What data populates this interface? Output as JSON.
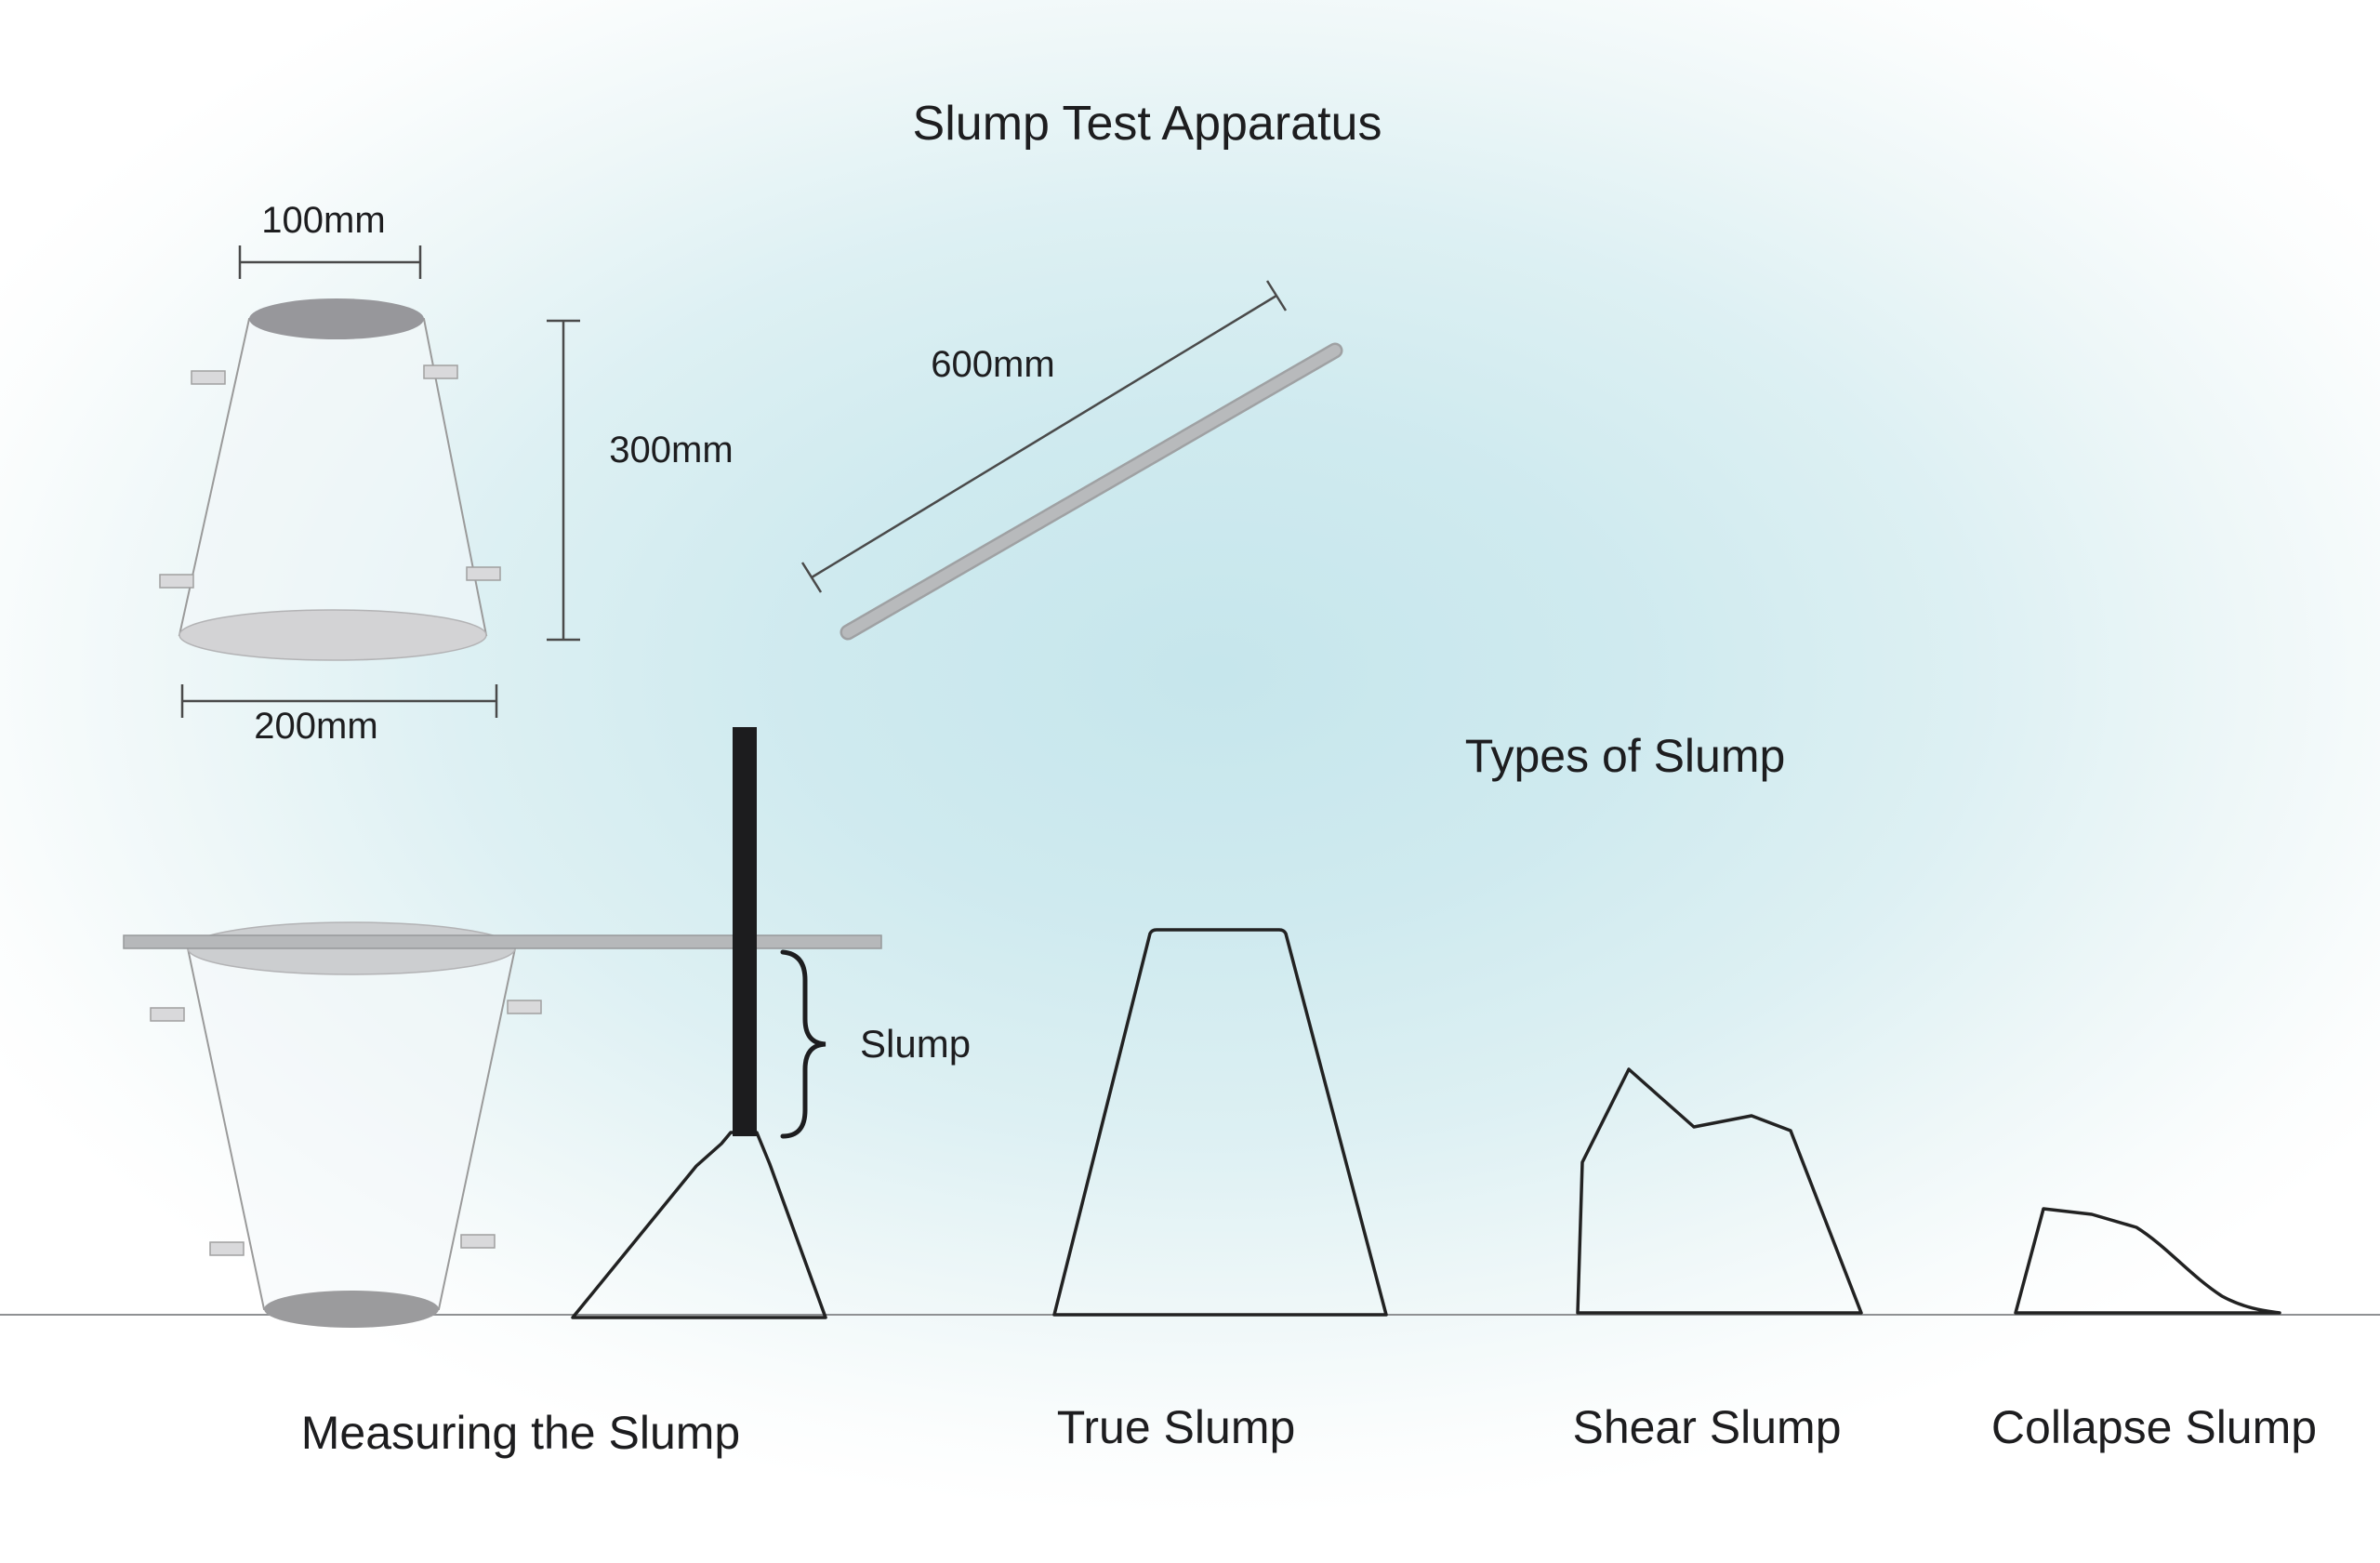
{
  "title": "Slump Test Apparatus",
  "apparatus": {
    "cone": {
      "top_diameter_label": "100mm",
      "height_label": "300mm",
      "bottom_diameter_label": "200mm"
    },
    "rod_length_label": "600mm"
  },
  "types_heading": "Types of Slump",
  "measuring": {
    "slump_annotation": "Slump",
    "caption": "Measuring the Slump"
  },
  "types": [
    {
      "label": "True Slump"
    },
    {
      "label": "Shear Slump"
    },
    {
      "label": "Collapse Slump"
    }
  ],
  "colors": {
    "background_center": "#c6e6ec",
    "background_edge": "#ffffff",
    "cone_top_rim": "#97979b",
    "cone_bottom_rim": "#d3d3d5",
    "tamping_rod_gray": "#b2b4b6",
    "measuring_rod_black": "#1c1c1e",
    "outline": "#222222",
    "text": "#1d1d1f"
  }
}
